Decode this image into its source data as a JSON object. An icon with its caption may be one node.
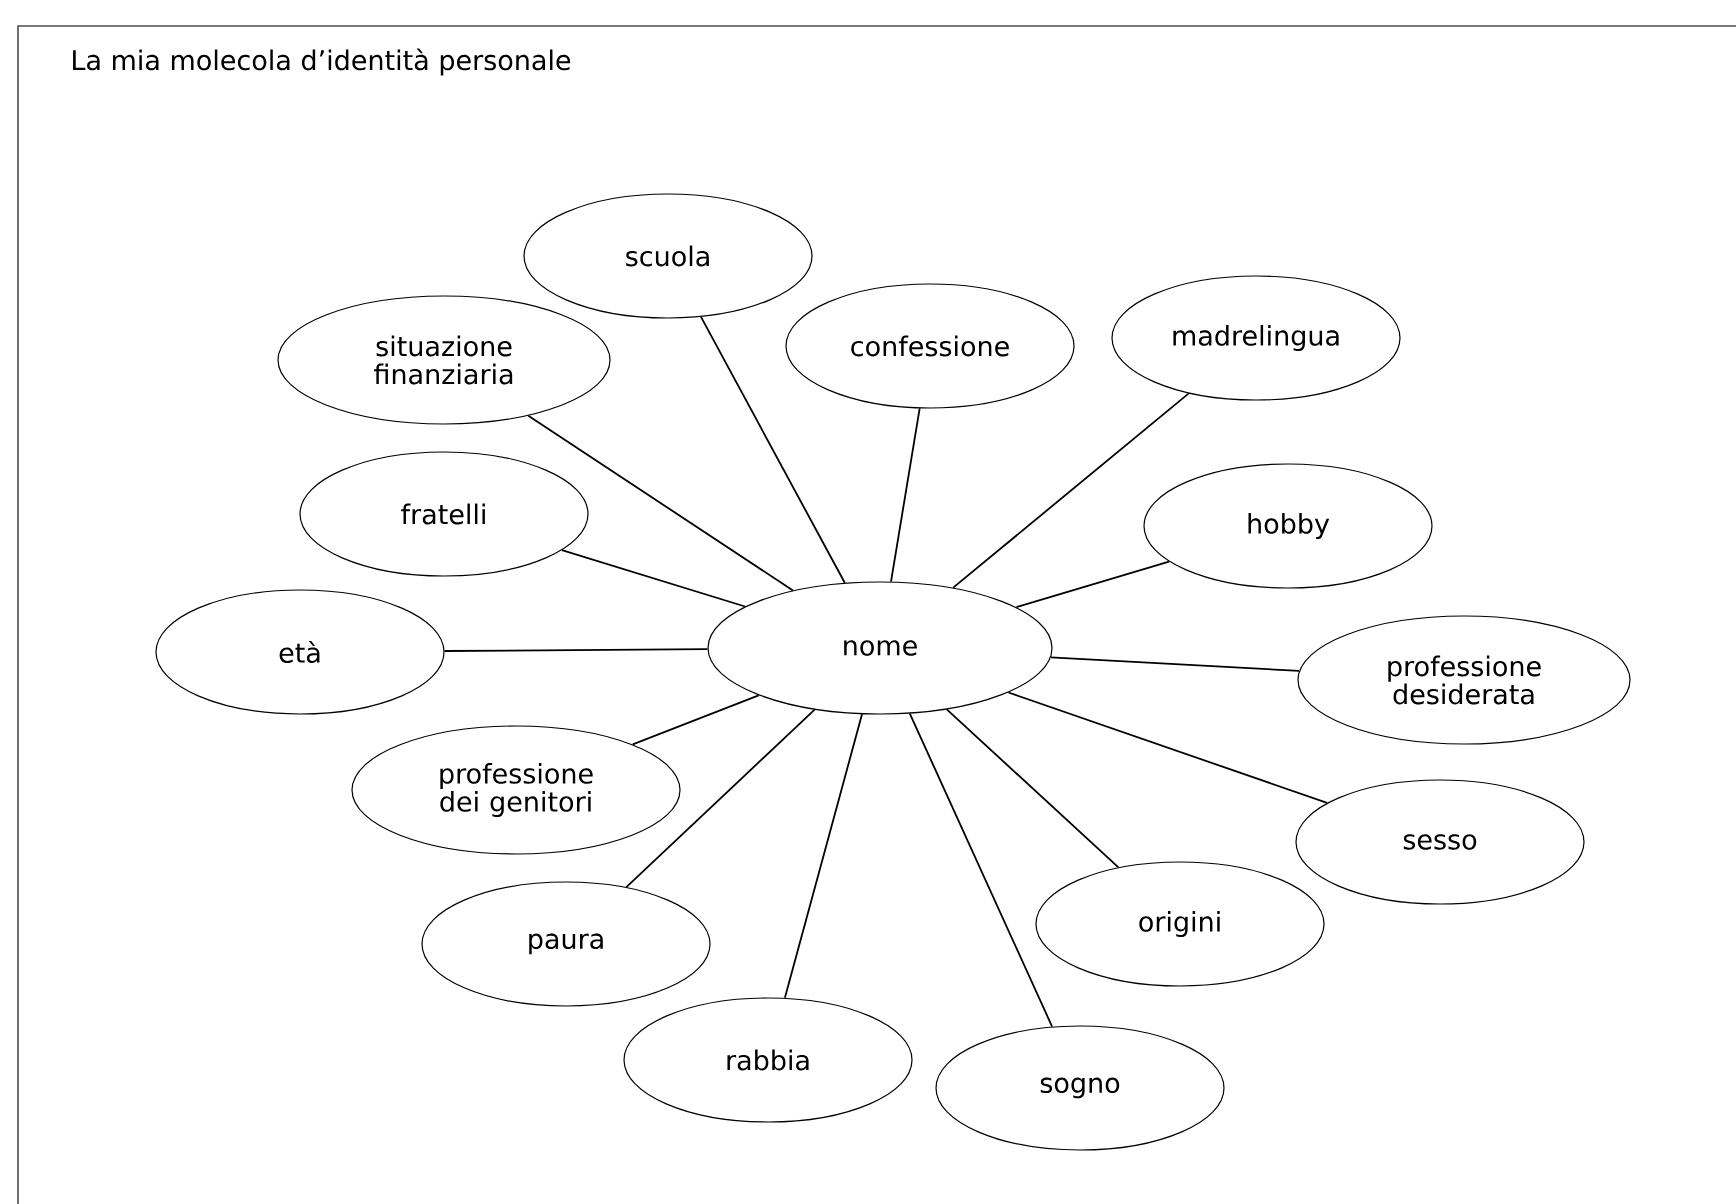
{
  "diagram": {
    "title": "La mia molecola d’identità personale",
    "nodes": [
      {
        "text": [
          "nome"
        ]
      },
      {
        "text": [
          "scuola"
        ]
      },
      {
        "text": [
          "situazione finanziaria"
        ]
      },
      {
        "text": [
          "confessione"
        ]
      },
      {
        "text": [
          "madrelingua"
        ]
      },
      {
        "text": [
          "fratelli"
        ]
      },
      {
        "text": [
          "hobby"
        ]
      },
      {
        "text": [
          "età"
        ]
      },
      {
        "text": [
          "professione desiderata"
        ]
      },
      {
        "text": [
          "professione dei genitori"
        ]
      },
      {
        "text": [
          "sesso"
        ]
      },
      {
        "text": [
          "paura"
        ]
      },
      {
        "text": [
          "origini"
        ]
      },
      {
        "text": [
          "rabbia"
        ]
      },
      {
        "text": [
          "sogno"
        ]
      }
    ],
    "edges": [
      {
        "from": 0,
        "to": 1,
        "arrow": "none"
      },
      {
        "from": 0,
        "to": 2,
        "arrow": "none"
      },
      {
        "from": 0,
        "to": 3,
        "arrow": "none"
      },
      {
        "from": 0,
        "to": 4,
        "arrow": "none"
      },
      {
        "from": 0,
        "to": 5,
        "arrow": "none"
      },
      {
        "from": 0,
        "to": 6,
        "arrow": "none"
      },
      {
        "from": 0,
        "to": 7,
        "arrow": "none"
      },
      {
        "from": 0,
        "to": 8,
        "arrow": "none"
      },
      {
        "from": 0,
        "to": 9,
        "arrow": "none"
      },
      {
        "from": 0,
        "to": 10,
        "arrow": "none"
      },
      {
        "from": 0,
        "to": 11,
        "arrow": "none"
      },
      {
        "from": 0,
        "to": 12,
        "arrow": "none"
      },
      {
        "from": 0,
        "to": 13,
        "arrow": "none"
      },
      {
        "from": 0,
        "to": 14,
        "arrow": "none"
      }
    ]
  }
}
